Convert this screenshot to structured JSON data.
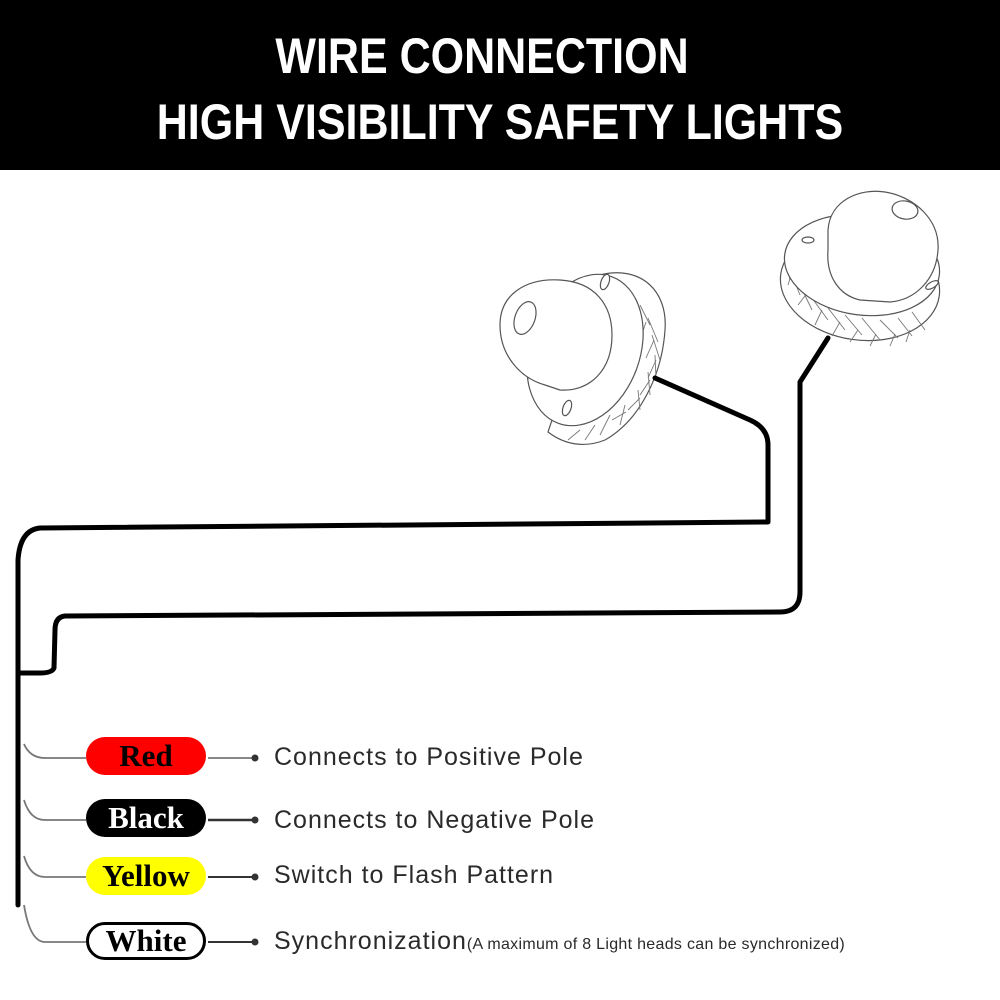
{
  "header": {
    "title_line1": "WIRE CONNECTION",
    "title_line2": "HIGH VISIBILITY SAFETY LIGHTS",
    "background": "#000000",
    "text_color": "#ffffff"
  },
  "diagram": {
    "components": [
      {
        "name": "Light head (left)",
        "type": "hideaway strobe light"
      },
      {
        "name": "Light head (right)",
        "type": "hideaway strobe light"
      }
    ]
  },
  "wires": [
    {
      "color_label": "Red",
      "pill_bg": "#ff0000",
      "text_color": "#000000",
      "border": "none",
      "description": "Connects to Positive Pole",
      "note": ""
    },
    {
      "color_label": "Black",
      "pill_bg": "#000000",
      "text_color": "#ffffff",
      "border": "none",
      "description": "Connects to Negative Pole",
      "note": ""
    },
    {
      "color_label": "Yellow",
      "pill_bg": "#ffff00",
      "text_color": "#000000",
      "border": "none",
      "description": "Switch to Flash Pattern",
      "note": ""
    },
    {
      "color_label": "White",
      "pill_bg": "#ffffff",
      "text_color": "#000000",
      "border": "#000000",
      "description": "Synchronization",
      "note": "(A maximum of 8 Light heads can be synchronized)"
    }
  ]
}
